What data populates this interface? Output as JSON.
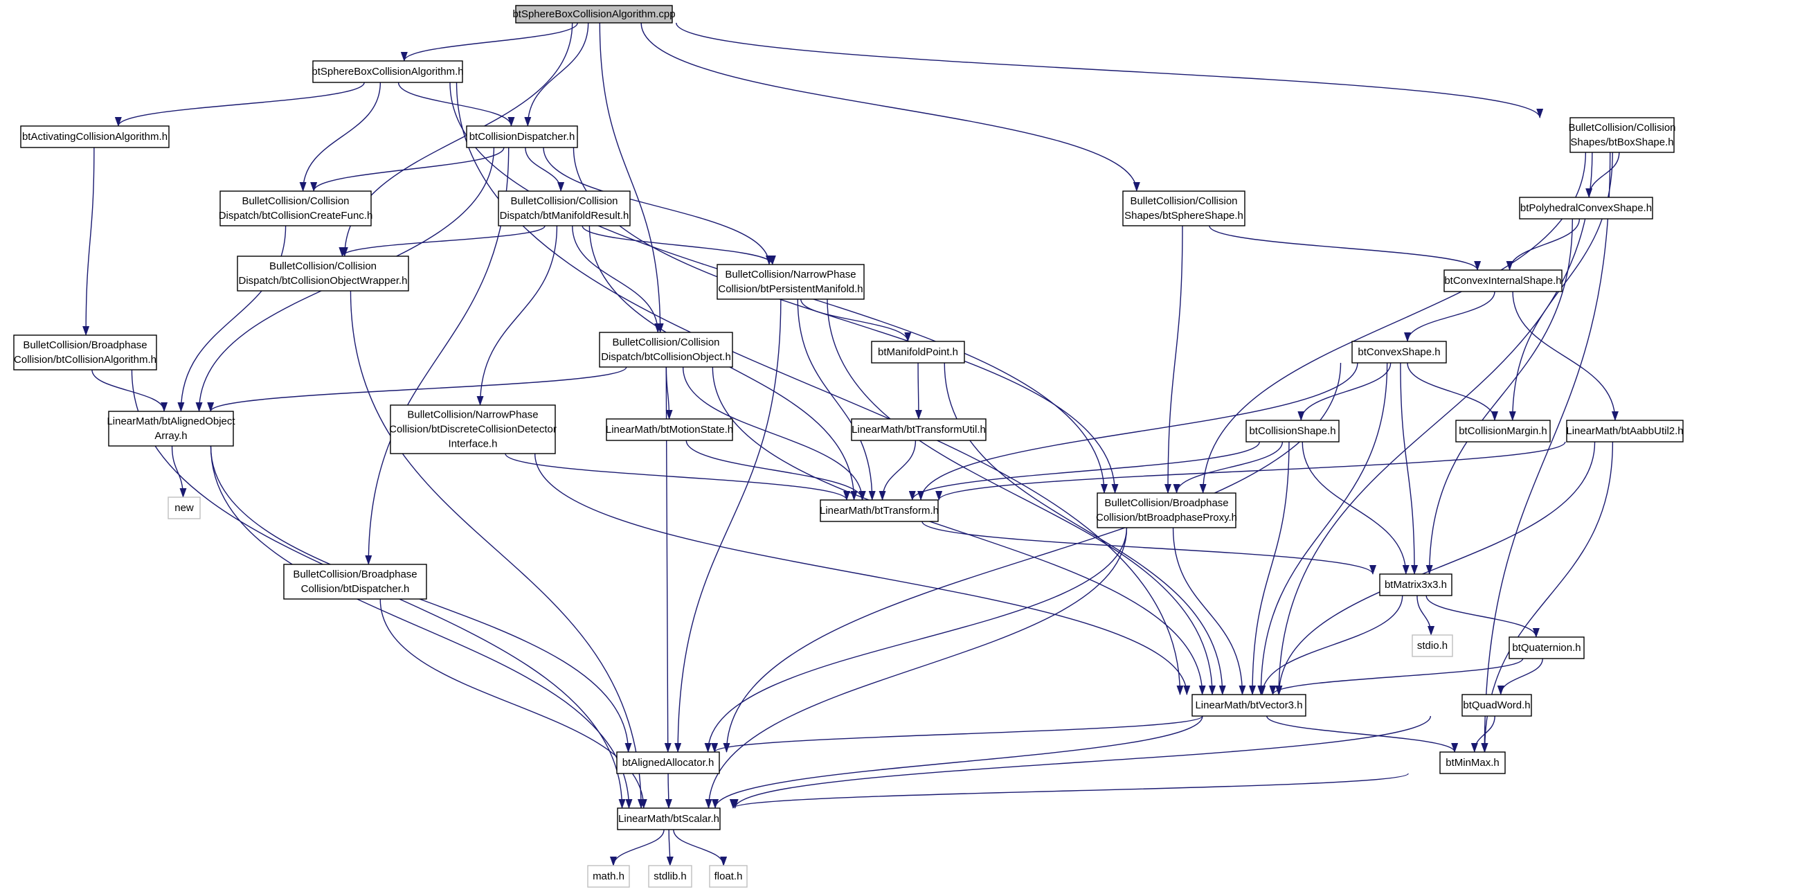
{
  "diagram": {
    "colors": {
      "edge": "#191970",
      "node_border": "#000000",
      "node_fill": "#ffffff",
      "root_fill": "#bfbfbf",
      "external_border": "#bfbfbf",
      "background": "#ffffff"
    },
    "nodes": [
      {
        "id": "root",
        "lines": [
          "btSphereBoxCollisionAlgorithm.cpp"
        ],
        "kind": "root"
      },
      {
        "id": "sbca_h",
        "lines": [
          "btSphereBoxCollisionAlgorithm.h"
        ],
        "kind": "normal"
      },
      {
        "id": "activating",
        "lines": [
          "btActivatingCollisionAlgorithm.h"
        ],
        "kind": "normal"
      },
      {
        "id": "dispatcher_h",
        "lines": [
          "btCollisionDispatcher.h"
        ],
        "kind": "normal"
      },
      {
        "id": "createfunc",
        "lines": [
          "BulletCollision/Collision",
          "Dispatch/btCollisionCreateFunc.h"
        ],
        "kind": "normal"
      },
      {
        "id": "manifoldresult",
        "lines": [
          "BulletCollision/Collision",
          "Dispatch/btManifoldResult.h"
        ],
        "kind": "normal"
      },
      {
        "id": "objwrapper",
        "lines": [
          "BulletCollision/Collision",
          "Dispatch/btCollisionObjectWrapper.h"
        ],
        "kind": "normal"
      },
      {
        "id": "persistent",
        "lines": [
          "BulletCollision/NarrowPhase",
          "Collision/btPersistentManifold.h"
        ],
        "kind": "normal"
      },
      {
        "id": "colobject",
        "lines": [
          "BulletCollision/Collision",
          "Dispatch/btCollisionObject.h"
        ],
        "kind": "normal"
      },
      {
        "id": "colalgo",
        "lines": [
          "BulletCollision/Broadphase",
          "Collision/btCollisionAlgorithm.h"
        ],
        "kind": "normal"
      },
      {
        "id": "alignedarray",
        "lines": [
          "LinearMath/btAlignedObject",
          "Array.h"
        ],
        "kind": "normal"
      },
      {
        "id": "new",
        "lines": [
          "new"
        ],
        "kind": "external"
      },
      {
        "id": "discrete",
        "lines": [
          "BulletCollision/NarrowPhase",
          "Collision/btDiscreteCollisionDetector",
          "Interface.h"
        ],
        "kind": "normal"
      },
      {
        "id": "motionstate",
        "lines": [
          "LinearMath/btMotionState.h"
        ],
        "kind": "normal"
      },
      {
        "id": "manifoldpoint",
        "lines": [
          "btManifoldPoint.h"
        ],
        "kind": "normal"
      },
      {
        "id": "transformutil",
        "lines": [
          "LinearMath/btTransformUtil.h"
        ],
        "kind": "normal"
      },
      {
        "id": "transform",
        "lines": [
          "LinearMath/btTransform.h"
        ],
        "kind": "normal"
      },
      {
        "id": "bp_dispatcher",
        "lines": [
          "BulletCollision/Broadphase",
          "Collision/btDispatcher.h"
        ],
        "kind": "normal"
      },
      {
        "id": "broadphaseproxy",
        "lines": [
          "BulletCollision/Broadphase",
          "Collision/btBroadphaseProxy.h"
        ],
        "kind": "normal"
      },
      {
        "id": "sphereshape",
        "lines": [
          "BulletCollision/Collision",
          "Shapes/btSphereShape.h"
        ],
        "kind": "normal"
      },
      {
        "id": "boxshape",
        "lines": [
          "BulletCollision/Collision",
          "Shapes/btBoxShape.h"
        ],
        "kind": "normal"
      },
      {
        "id": "polyhedral",
        "lines": [
          "btPolyhedralConvexShape.h"
        ],
        "kind": "normal"
      },
      {
        "id": "convexinternal",
        "lines": [
          "btConvexInternalShape.h"
        ],
        "kind": "normal"
      },
      {
        "id": "convexshape",
        "lines": [
          "btConvexShape.h"
        ],
        "kind": "normal"
      },
      {
        "id": "collisionshape",
        "lines": [
          "btCollisionShape.h"
        ],
        "kind": "normal"
      },
      {
        "id": "collisionmargin",
        "lines": [
          "btCollisionMargin.h"
        ],
        "kind": "normal"
      },
      {
        "id": "aabbutil",
        "lines": [
          "LinearMath/btAabbUtil2.h"
        ],
        "kind": "normal"
      },
      {
        "id": "matrix3x3",
        "lines": [
          "btMatrix3x3.h"
        ],
        "kind": "normal"
      },
      {
        "id": "stdio",
        "lines": [
          "stdio.h"
        ],
        "kind": "external"
      },
      {
        "id": "quaternion",
        "lines": [
          "btQuaternion.h"
        ],
        "kind": "normal"
      },
      {
        "id": "quadword",
        "lines": [
          "btQuadWord.h"
        ],
        "kind": "normal"
      },
      {
        "id": "vector3",
        "lines": [
          "LinearMath/btVector3.h"
        ],
        "kind": "normal"
      },
      {
        "id": "alignedalloc",
        "lines": [
          "btAlignedAllocator.h"
        ],
        "kind": "normal"
      },
      {
        "id": "minmax",
        "lines": [
          "btMinMax.h"
        ],
        "kind": "normal"
      },
      {
        "id": "scalar",
        "lines": [
          "LinearMath/btScalar.h"
        ],
        "kind": "normal"
      },
      {
        "id": "math",
        "lines": [
          "math.h"
        ],
        "kind": "external"
      },
      {
        "id": "stdlib",
        "lines": [
          "stdlib.h"
        ],
        "kind": "external"
      },
      {
        "id": "float",
        "lines": [
          "float.h"
        ],
        "kind": "external"
      }
    ],
    "edges": [
      [
        "root",
        "sbca_h"
      ],
      [
        "root",
        "dispatcher_h"
      ],
      [
        "root",
        "objwrapper"
      ],
      [
        "root",
        "colobject"
      ],
      [
        "root",
        "sphereshape"
      ],
      [
        "root",
        "boxshape"
      ],
      [
        "sbca_h",
        "activating"
      ],
      [
        "sbca_h",
        "dispatcher_h"
      ],
      [
        "sbca_h",
        "createfunc"
      ],
      [
        "sbca_h",
        "broadphaseproxy"
      ],
      [
        "sbca_h",
        "vector3"
      ],
      [
        "activating",
        "colalgo"
      ],
      [
        "dispatcher_h",
        "createfunc"
      ],
      [
        "dispatcher_h",
        "manifoldresult"
      ],
      [
        "dispatcher_h",
        "persistent"
      ],
      [
        "dispatcher_h",
        "broadphaseproxy"
      ],
      [
        "dispatcher_h",
        "alignedarray"
      ],
      [
        "dispatcher_h",
        "bp_dispatcher"
      ],
      [
        "createfunc",
        "alignedarray"
      ],
      [
        "manifoldresult",
        "objwrapper"
      ],
      [
        "manifoldresult",
        "persistent"
      ],
      [
        "manifoldresult",
        "colobject"
      ],
      [
        "manifoldresult",
        "discrete"
      ],
      [
        "manifoldresult",
        "transform"
      ],
      [
        "objwrapper",
        "scalar"
      ],
      [
        "persistent",
        "manifoldpoint"
      ],
      [
        "persistent",
        "transform"
      ],
      [
        "persistent",
        "vector3"
      ],
      [
        "persistent",
        "alignedalloc"
      ],
      [
        "colobject",
        "alignedarray"
      ],
      [
        "colobject",
        "motionstate"
      ],
      [
        "colobject",
        "transform"
      ],
      [
        "colobject",
        "alignedalloc"
      ],
      [
        "colobject",
        "vector3"
      ],
      [
        "colalgo",
        "alignedarray"
      ],
      [
        "colalgo",
        "scalar"
      ],
      [
        "alignedarray",
        "new"
      ],
      [
        "alignedarray",
        "scalar"
      ],
      [
        "alignedarray",
        "alignedalloc"
      ],
      [
        "discrete",
        "transform"
      ],
      [
        "discrete",
        "vector3"
      ],
      [
        "motionstate",
        "transform"
      ],
      [
        "manifoldpoint",
        "transformutil"
      ],
      [
        "manifoldpoint",
        "vector3"
      ],
      [
        "transformutil",
        "transform"
      ],
      [
        "transform",
        "matrix3x3"
      ],
      [
        "bp_dispatcher",
        "scalar"
      ],
      [
        "broadphaseproxy",
        "alignedalloc"
      ],
      [
        "broadphaseproxy",
        "scalar"
      ],
      [
        "broadphaseproxy",
        "vector3"
      ],
      [
        "sphereshape",
        "broadphaseproxy"
      ],
      [
        "sphereshape",
        "convexinternal"
      ],
      [
        "boxshape",
        "polyhedral"
      ],
      [
        "boxshape",
        "broadphaseproxy"
      ],
      [
        "boxshape",
        "collisionmargin"
      ],
      [
        "boxshape",
        "vector3"
      ],
      [
        "boxshape",
        "minmax"
      ],
      [
        "polyhedral",
        "convexinternal"
      ],
      [
        "polyhedral",
        "matrix3x3"
      ],
      [
        "convexinternal",
        "convexshape"
      ],
      [
        "convexinternal",
        "aabbutil"
      ],
      [
        "convexshape",
        "collisionshape"
      ],
      [
        "convexshape",
        "collisionmargin"
      ],
      [
        "convexshape",
        "transform"
      ],
      [
        "convexshape",
        "matrix3x3"
      ],
      [
        "convexshape",
        "vector3"
      ],
      [
        "convexshape",
        "alignedalloc"
      ],
      [
        "collisionshape",
        "transform"
      ],
      [
        "collisionshape",
        "broadphaseproxy"
      ],
      [
        "collisionshape",
        "matrix3x3"
      ],
      [
        "collisionshape",
        "vector3"
      ],
      [
        "aabbutil",
        "transform"
      ],
      [
        "aabbutil",
        "vector3"
      ],
      [
        "aabbutil",
        "minmax"
      ],
      [
        "matrix3x3",
        "stdio"
      ],
      [
        "matrix3x3",
        "quaternion"
      ],
      [
        "matrix3x3",
        "vector3"
      ],
      [
        "quaternion",
        "quadword"
      ],
      [
        "quaternion",
        "vector3"
      ],
      [
        "quadword",
        "minmax"
      ],
      [
        "quadword",
        "scalar"
      ],
      [
        "vector3",
        "alignedalloc"
      ],
      [
        "vector3",
        "minmax"
      ],
      [
        "vector3",
        "scalar"
      ],
      [
        "alignedalloc",
        "scalar"
      ],
      [
        "minmax",
        "scalar"
      ],
      [
        "scalar",
        "math"
      ],
      [
        "scalar",
        "stdlib"
      ],
      [
        "scalar",
        "float"
      ]
    ]
  }
}
